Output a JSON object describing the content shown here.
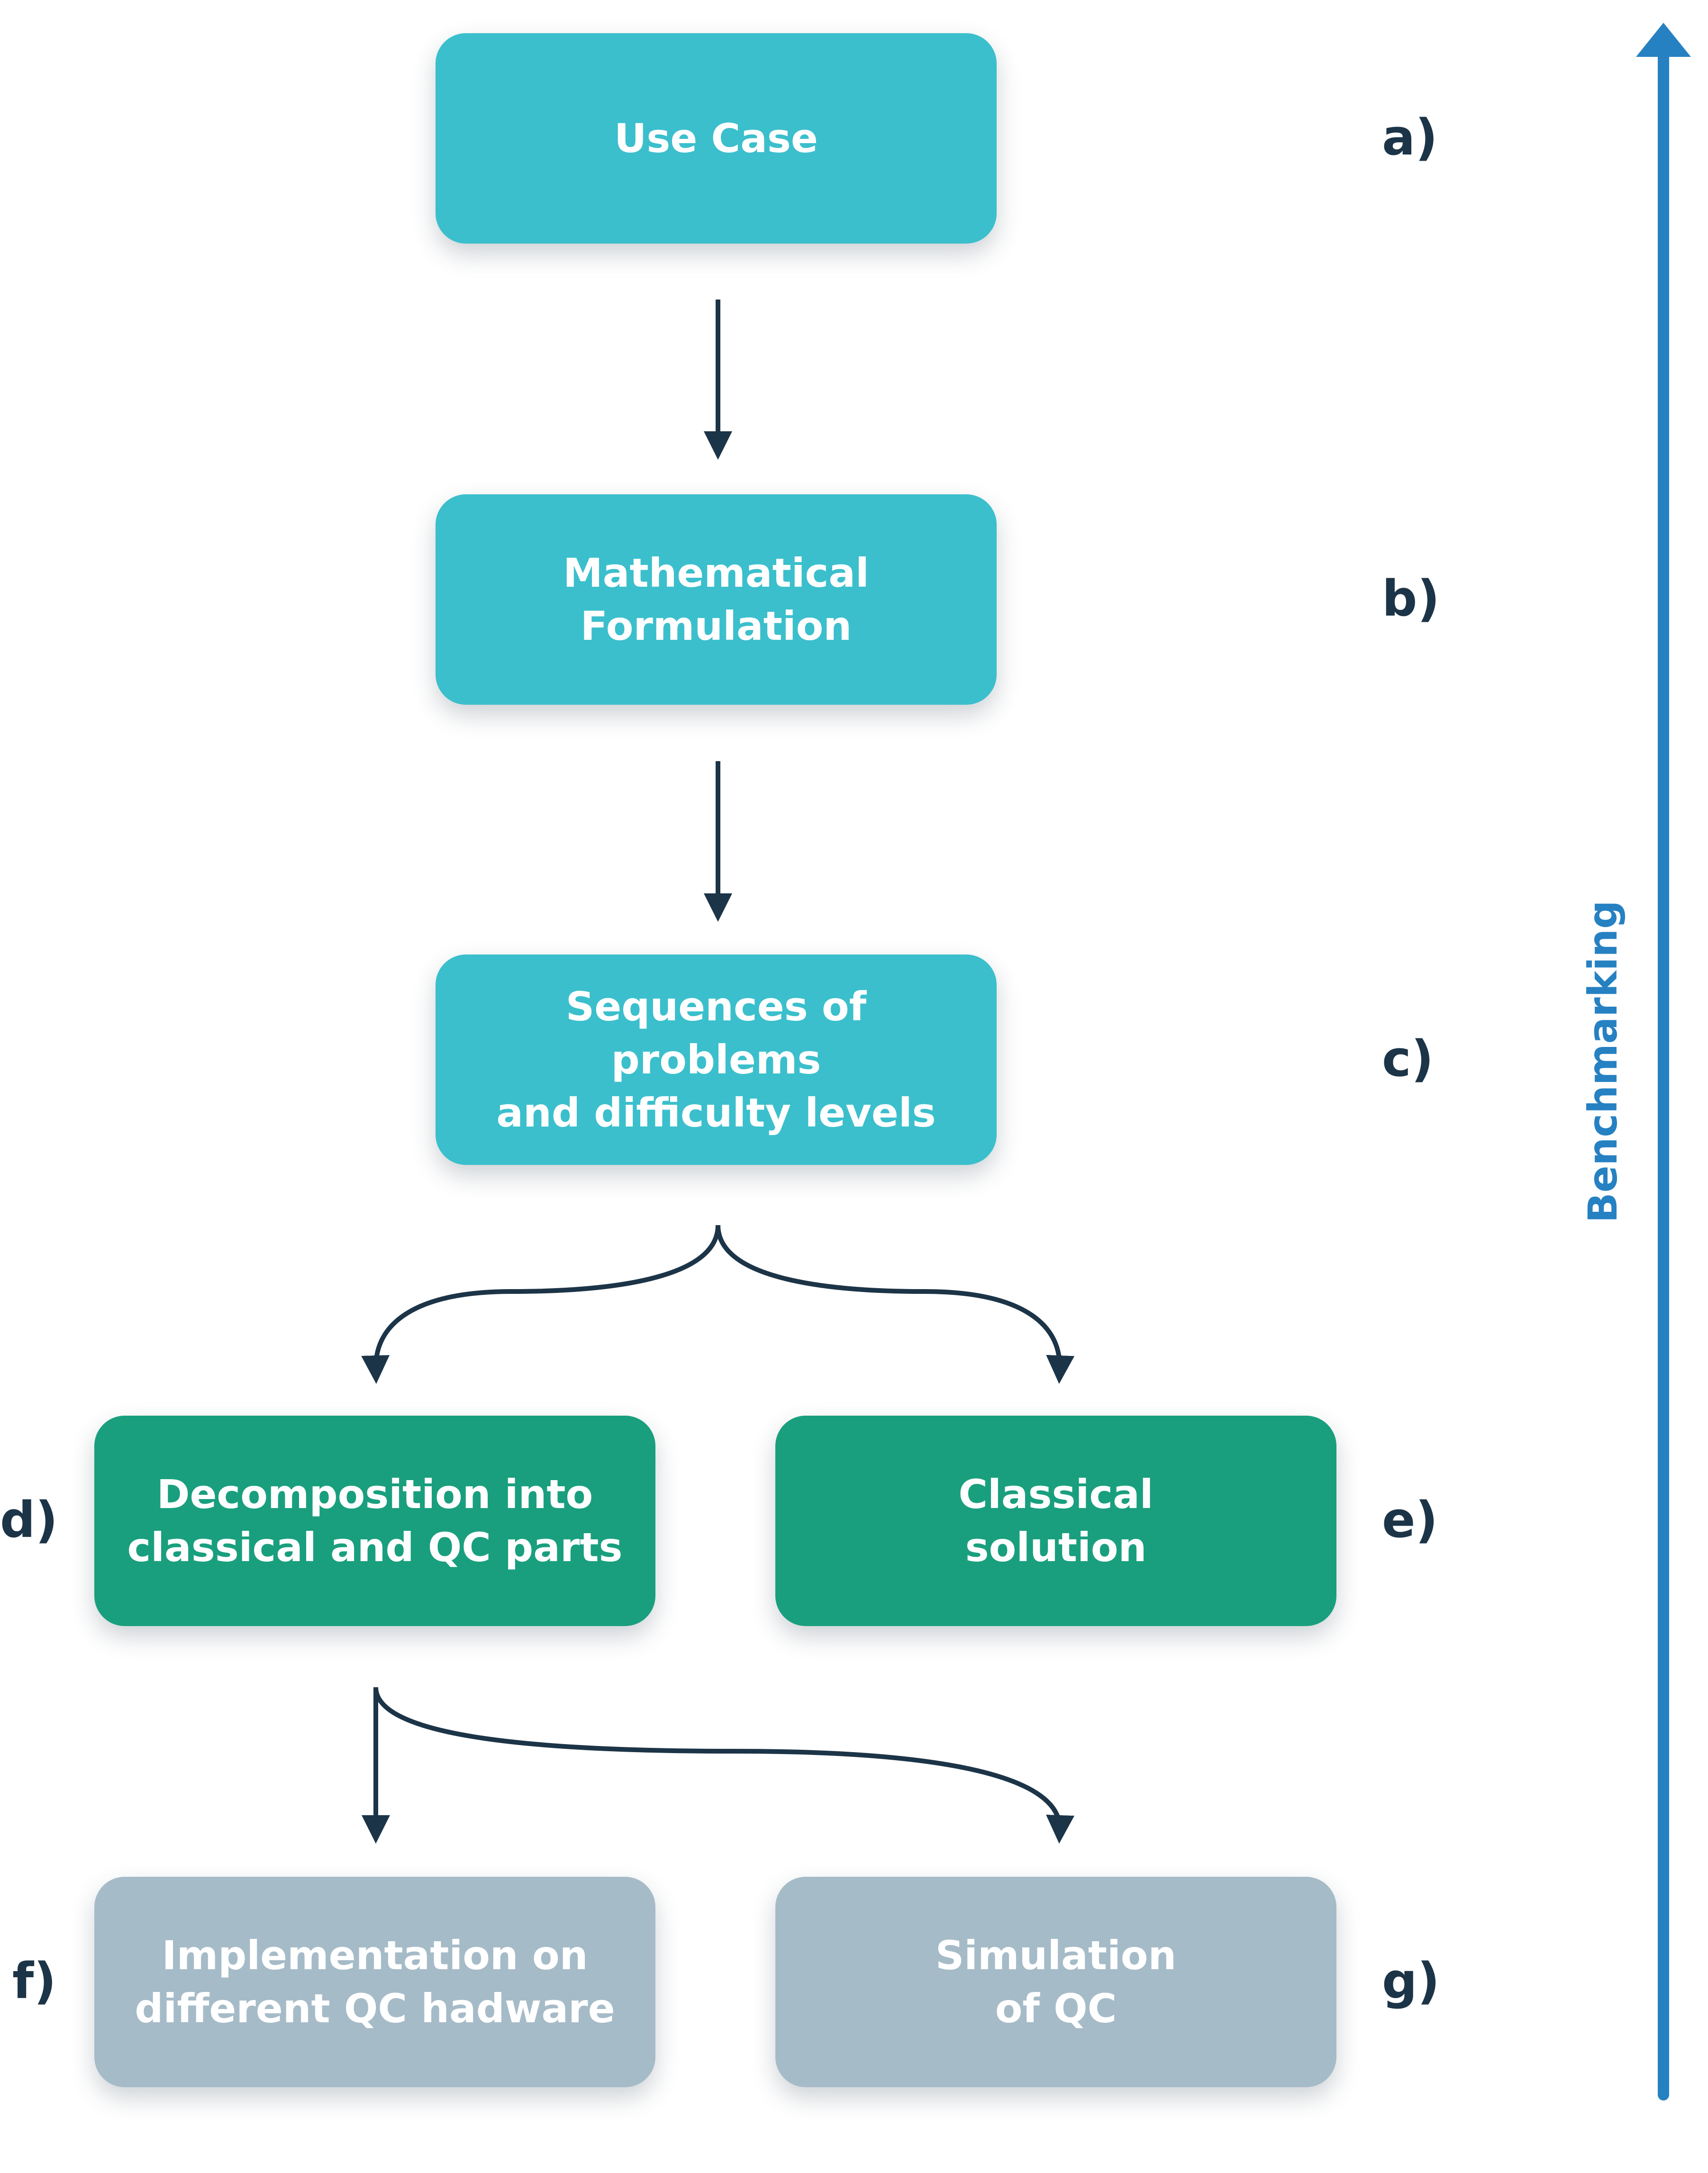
{
  "nodes": {
    "use_case": "Use Case",
    "math_formulation": "Mathematical\nFormulation",
    "sequences": "Sequences of problems\nand difficulty levels",
    "decomposition": "Decomposition into\nclassical and QC parts",
    "classical_solution": "Classical\nsolution",
    "implementation": "Implementation on\ndifferent QC hadware",
    "simulation": "Simulation\nof QC"
  },
  "labels": {
    "a": "a)",
    "b": "b)",
    "c": "c)",
    "d": "d)",
    "e": "e)",
    "f": "f)",
    "g": "g)"
  },
  "side_axis": {
    "label": "Benchmarking"
  },
  "colors": {
    "teal_box": "#3bbfcc",
    "green_box": "#199f7e",
    "grey_box": "#a6bbc8",
    "connector": "#1c3447",
    "benchmark_arrow": "#2681c2"
  }
}
